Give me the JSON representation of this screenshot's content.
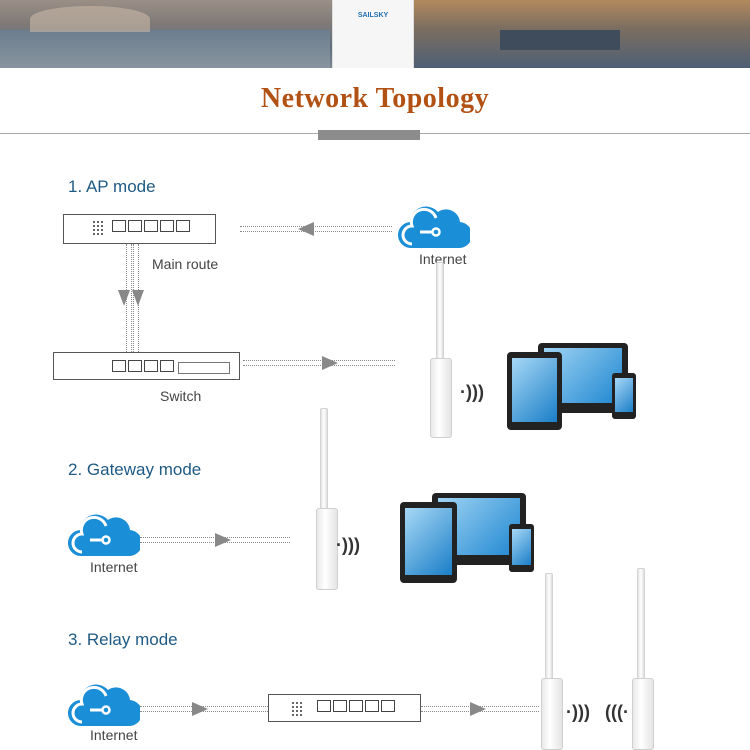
{
  "banner": {
    "brand": "SAILSKY"
  },
  "title": "Network Topology",
  "modes": [
    {
      "heading": "1. AP mode",
      "main_route_label": "Main route",
      "switch_label": "Switch",
      "internet_label": "Internet"
    },
    {
      "heading": "2. Gateway mode",
      "internet_label": "Internet"
    },
    {
      "heading": "3. Relay mode",
      "internet_label": "Internet"
    }
  ],
  "colors": {
    "title": "#b15214",
    "heading": "#1f5a84",
    "cloud": "#1b8ed8"
  },
  "icons": [
    "cloud-icon",
    "router-icon",
    "switch-icon",
    "access-point-icon",
    "wifi-icon",
    "tablet-icon",
    "phone-icon",
    "arrow-icon"
  ]
}
